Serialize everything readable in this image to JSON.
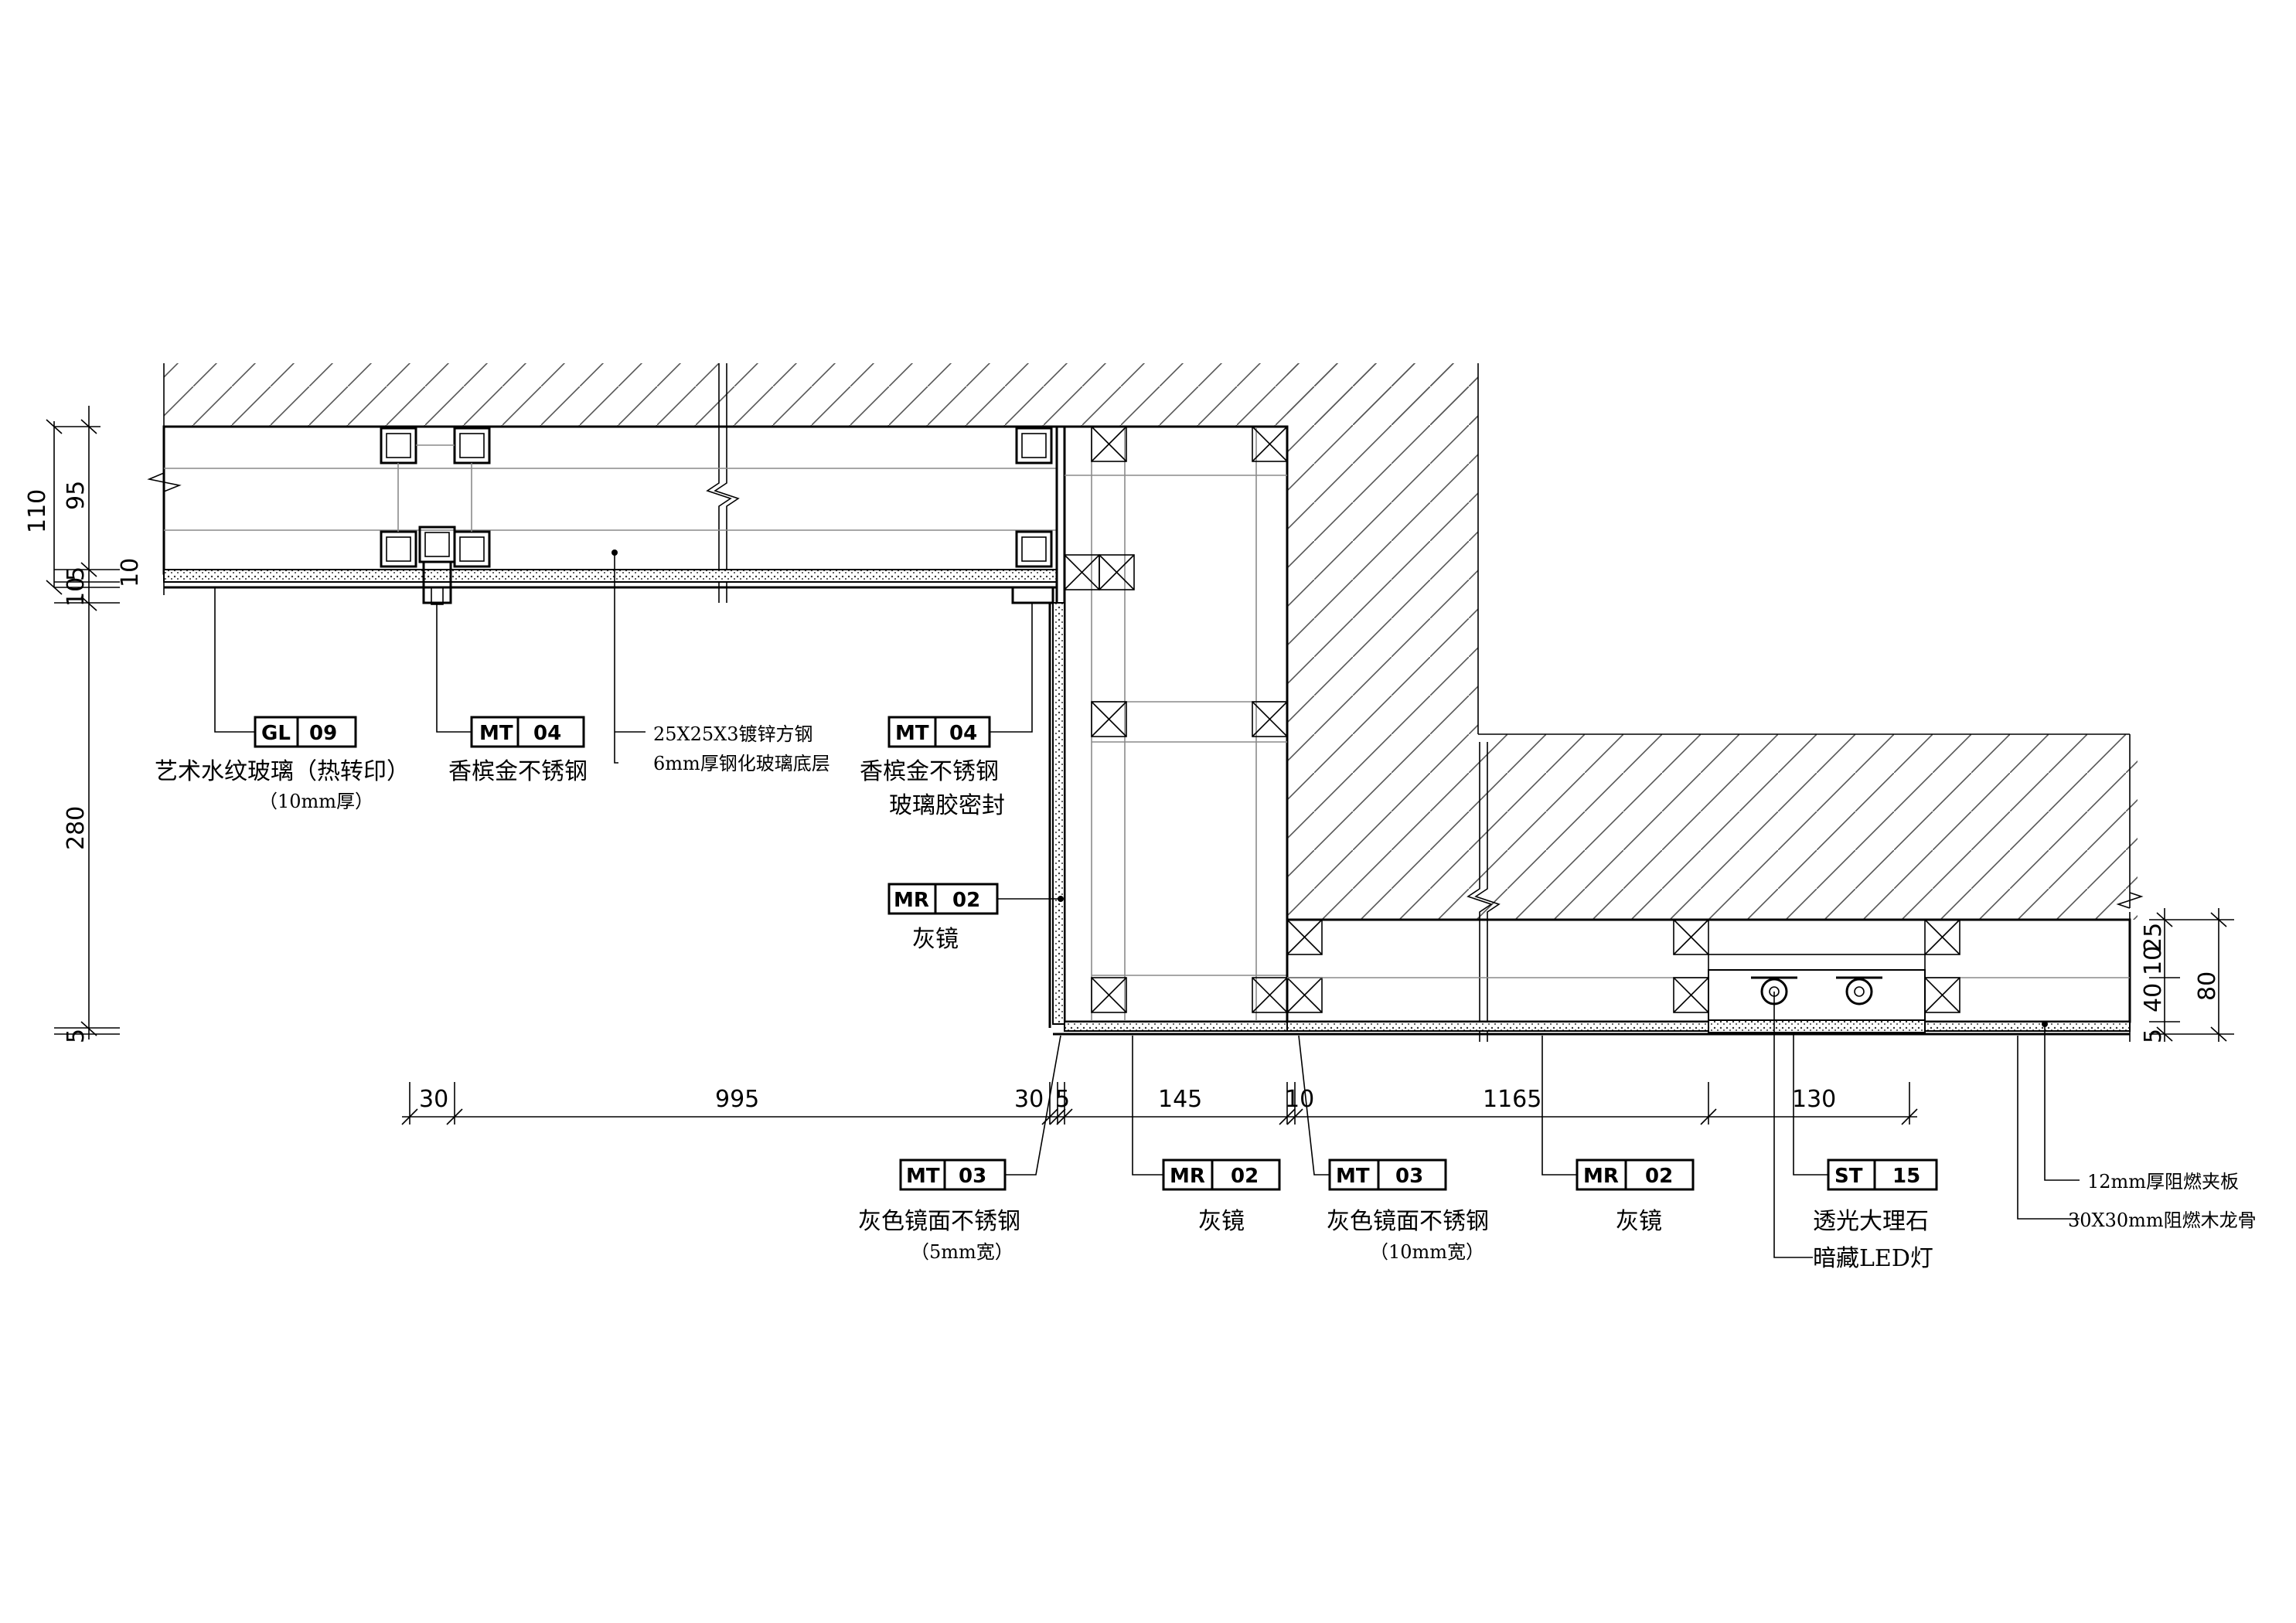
{
  "dimensions": {
    "horizontal": [
      "30",
      "995",
      "30",
      "5",
      "145",
      "10",
      "1165",
      "130"
    ],
    "left_vertical": [
      "110",
      "95",
      "10",
      "5",
      "10",
      "280",
      "5"
    ],
    "right_vertical": [
      "5",
      "40",
      "10",
      "25",
      "80"
    ]
  },
  "callouts": {
    "gl09": {
      "code": "GL",
      "num": "09",
      "label": "艺术水纹玻璃（热转印）",
      "sub": "（10mm厚）"
    },
    "mt04_a": {
      "code": "MT",
      "num": "04",
      "label": "香槟金不锈钢"
    },
    "steel_note": {
      "line1": "25X25X3镀锌方钢",
      "line2": "6mm厚钢化玻璃底层"
    },
    "mt04_b": {
      "code": "MT",
      "num": "04",
      "label": "香槟金不锈钢",
      "sub": "玻璃胶密封"
    },
    "mr02_a": {
      "code": "MR",
      "num": "02",
      "label": "灰镜"
    },
    "mt03_a": {
      "code": "MT",
      "num": "03",
      "label": "灰色镜面不锈钢",
      "sub": "（5mm宽）"
    },
    "mr02_b": {
      "code": "MR",
      "num": "02",
      "label": "灰镜"
    },
    "mt03_b": {
      "code": "MT",
      "num": "03",
      "label": "灰色镜面不锈钢",
      "sub": "（10mm宽）"
    },
    "mr02_c": {
      "code": "MR",
      "num": "02",
      "label": "灰镜"
    },
    "st15": {
      "code": "ST",
      "num": "15",
      "label": "透光大理石",
      "sub": "暗藏LED灯"
    },
    "board_note": {
      "line1": "12mm厚阻燃夹板",
      "line2": "30X30mm阻燃木龙骨"
    }
  }
}
